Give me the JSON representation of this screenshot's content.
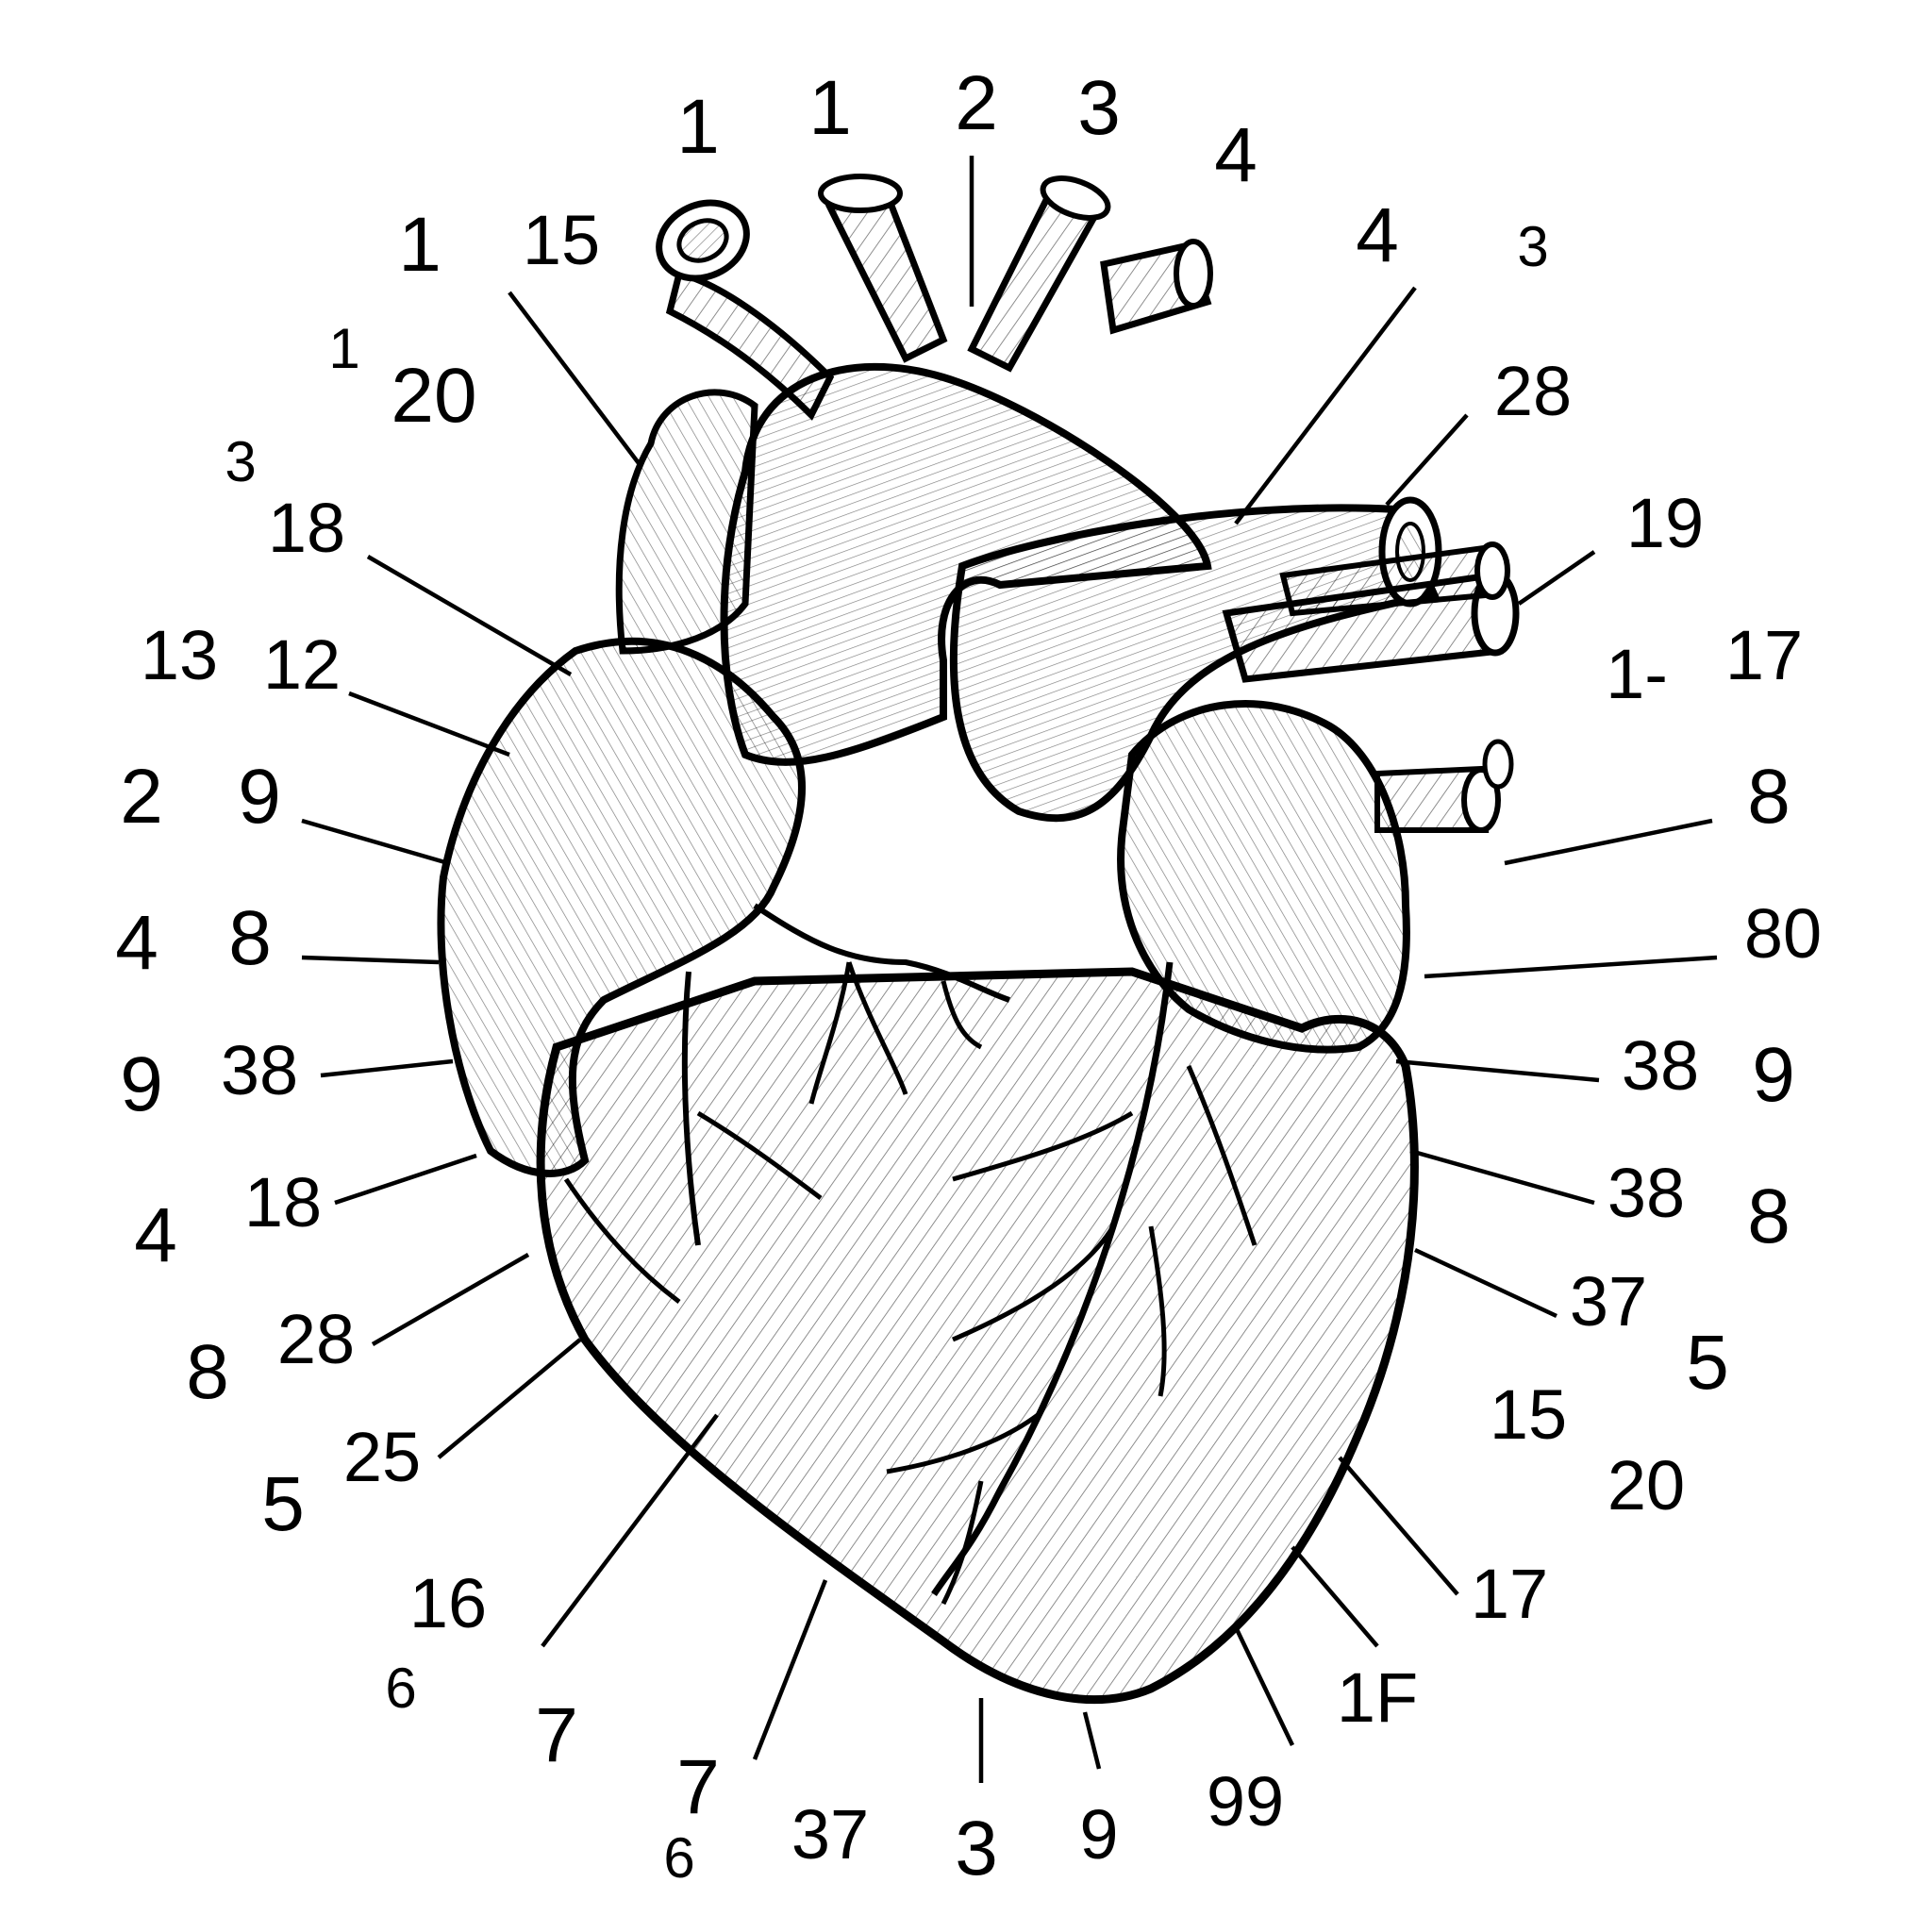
{
  "colors": {
    "ink": "#000000",
    "paper": "#ffffff"
  },
  "labels": [
    "1",
    "1",
    "2",
    "3",
    "4",
    "1",
    "15",
    "4",
    "3",
    "1",
    "20",
    "28",
    "3",
    "18",
    "19",
    "13",
    "12",
    "1-",
    "17",
    "2",
    "9",
    "8",
    "4",
    "8",
    "80",
    "9",
    "38",
    "38",
    "9",
    "4",
    "18",
    "38",
    "8",
    "8",
    "28",
    "37",
    "5",
    "5",
    "25",
    "15",
    "20",
    "16",
    "6",
    "17",
    "7",
    "1F",
    "7",
    "6",
    "37",
    "3",
    "9",
    "99"
  ]
}
